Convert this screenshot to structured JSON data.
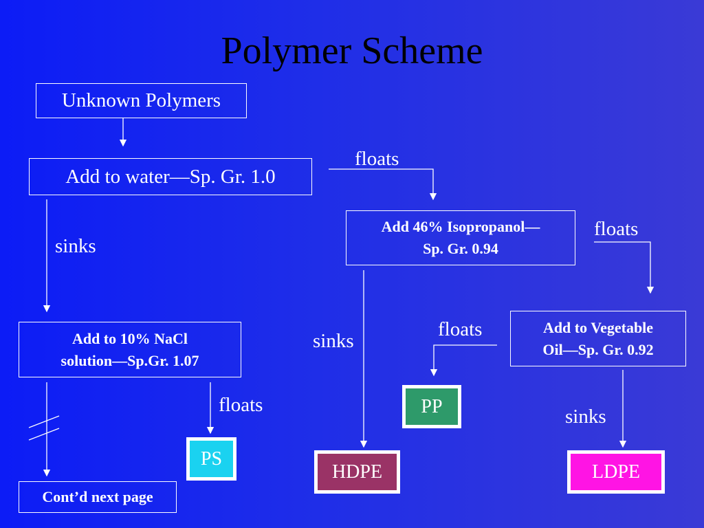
{
  "title": "Polymer Scheme",
  "steps": {
    "unknown": "Unknown Polymers",
    "water": "Add to water—Sp. Gr. 1.0",
    "isopropanol_line1": "Add 46% Isopropanol—",
    "isopropanol_line2": "Sp. Gr. 0.94",
    "nacl_line1": "Add to 10% NaCl",
    "nacl_line2": "solution—Sp.Gr. 1.07",
    "oil_line1": "Add to Vegetable",
    "oil_line2": "Oil—Sp. Gr. 0.92",
    "continued": "Cont’d next page"
  },
  "edge_labels": {
    "water_floats": "floats",
    "water_sinks": "sinks",
    "iso_floats": "floats",
    "iso_sinks": "sinks",
    "oil_floats": "floats",
    "oil_sinks": "sinks",
    "nacl_floats": "floats"
  },
  "results": {
    "ps": {
      "label": "PS",
      "color": "#1ad2f0"
    },
    "pp": {
      "label": "PP",
      "color": "#2e9a6a"
    },
    "hdpe": {
      "label": "HDPE",
      "color": "#9a3366"
    },
    "ldpe": {
      "label": "LDPE",
      "color": "#ff14e4"
    }
  }
}
